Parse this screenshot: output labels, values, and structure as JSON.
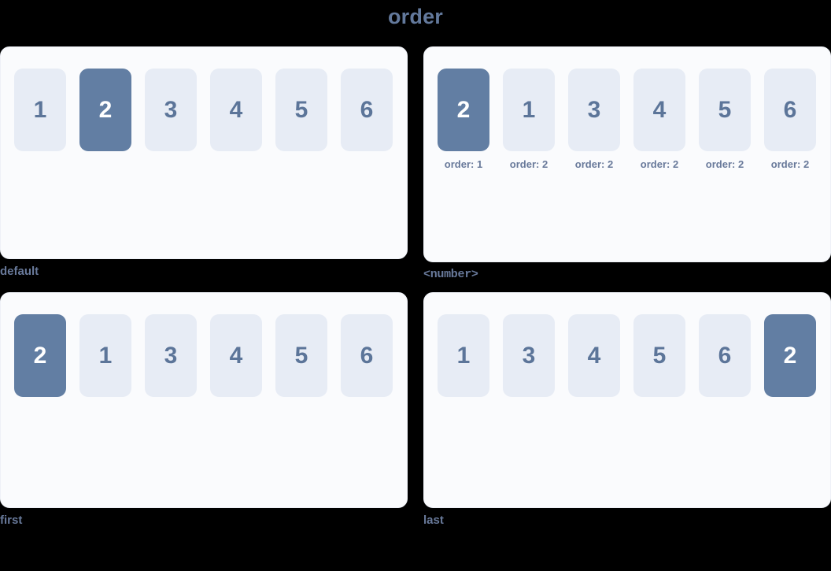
{
  "title": "order",
  "colors": {
    "background": "#000000",
    "title": "#63799c",
    "panel_bg": "#fafbfd",
    "panel_border": "#eef1f7",
    "item_bg": "#e7ecf5",
    "item_text": "#5c7599",
    "item_highlight_bg": "#627ea3",
    "item_highlight_text": "#ffffff",
    "caption": "#68799a"
  },
  "panels": [
    {
      "caption": "default",
      "caption_style": "sans",
      "show_order_labels": false,
      "items": [
        {
          "label": "1",
          "highlight": false,
          "order_label": ""
        },
        {
          "label": "2",
          "highlight": true,
          "order_label": ""
        },
        {
          "label": "3",
          "highlight": false,
          "order_label": ""
        },
        {
          "label": "4",
          "highlight": false,
          "order_label": ""
        },
        {
          "label": "5",
          "highlight": false,
          "order_label": ""
        },
        {
          "label": "6",
          "highlight": false,
          "order_label": ""
        }
      ]
    },
    {
      "caption": "<number>",
      "caption_style": "mono",
      "show_order_labels": true,
      "items": [
        {
          "label": "2",
          "highlight": true,
          "order_label": "order: 1"
        },
        {
          "label": "1",
          "highlight": false,
          "order_label": "order: 2"
        },
        {
          "label": "3",
          "highlight": false,
          "order_label": "order: 2"
        },
        {
          "label": "4",
          "highlight": false,
          "order_label": "order: 2"
        },
        {
          "label": "5",
          "highlight": false,
          "order_label": "order: 2"
        },
        {
          "label": "6",
          "highlight": false,
          "order_label": "order: 2"
        }
      ]
    },
    {
      "caption": "first",
      "caption_style": "sans",
      "show_order_labels": false,
      "items": [
        {
          "label": "2",
          "highlight": true,
          "order_label": ""
        },
        {
          "label": "1",
          "highlight": false,
          "order_label": ""
        },
        {
          "label": "3",
          "highlight": false,
          "order_label": ""
        },
        {
          "label": "4",
          "highlight": false,
          "order_label": ""
        },
        {
          "label": "5",
          "highlight": false,
          "order_label": ""
        },
        {
          "label": "6",
          "highlight": false,
          "order_label": ""
        }
      ]
    },
    {
      "caption": "last",
      "caption_style": "sans",
      "show_order_labels": false,
      "items": [
        {
          "label": "1",
          "highlight": false,
          "order_label": ""
        },
        {
          "label": "3",
          "highlight": false,
          "order_label": ""
        },
        {
          "label": "4",
          "highlight": false,
          "order_label": ""
        },
        {
          "label": "5",
          "highlight": false,
          "order_label": ""
        },
        {
          "label": "6",
          "highlight": false,
          "order_label": ""
        },
        {
          "label": "2",
          "highlight": true,
          "order_label": ""
        }
      ]
    }
  ]
}
